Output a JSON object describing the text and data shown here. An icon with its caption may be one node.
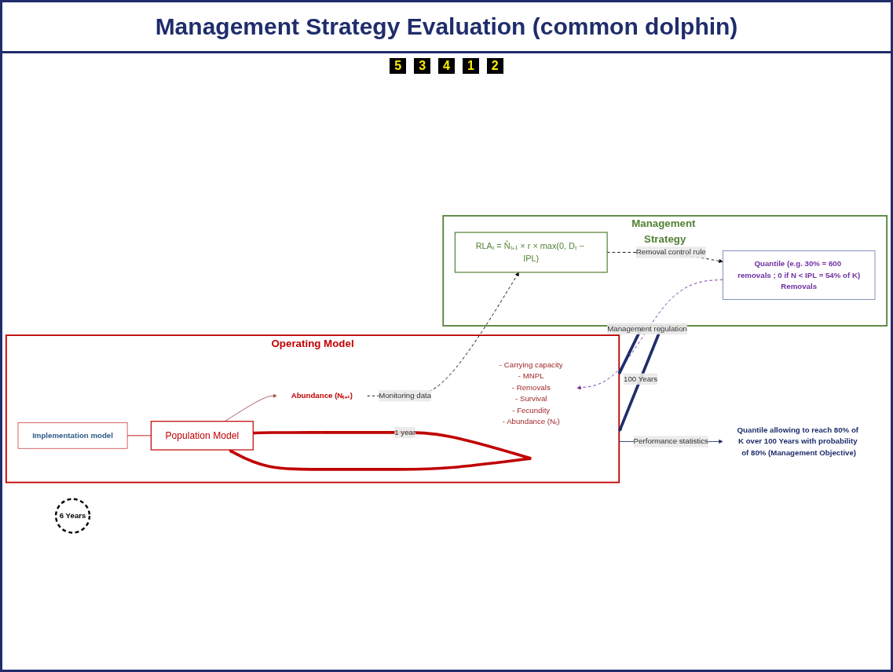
{
  "diagram": {
    "title": "Management Strategy Evaluation (common dolphin)",
    "nodes": [
      {
        "text": [
          "Operating Model"
        ]
      },
      {
        "text": [
          "Management Strategy"
        ]
      },
      {
        "text": [
          "- Carrying capacity",
          "- MNPL",
          "- Removals",
          "- Survival",
          "- Fecundity",
          "- Abundance (Nₜ)"
        ],
        "in": 0
      },
      {
        "text": [
          "Implementation model"
        ],
        "in": 0
      },
      {
        "text": [
          "Population Model"
        ],
        "in": 0
      },
      {
        "text": [
          "Abundance (Nₜ₊₁)"
        ],
        "in": 0
      },
      {
        "text": [
          "Quantile (e.g. 30% = 600 removals ; 0 if N < IPL = 54% of K)",
          "Removals"
        ],
        "in": 1
      },
      {
        "text": [
          "RLAₜ = N̂ₜ₊₁ × r × max(0, Dₜ − IPL)"
        ],
        "in": 1
      },
      {
        "text": [
          "6 Years"
        ]
      },
      {
        "text": [
          "Quantile allowing to reach 80% of K over 100 Years with probability of 80% (Management Objective)"
        ]
      }
    ],
    "edges": [
      {
        "from": 3,
        "to": 4,
        "arrow": "none",
        "color": "#c00000"
      },
      {
        "from": 4,
        "to": 4,
        "arrow": "to",
        "label": "1 year",
        "style": "thick",
        "color": "#c00000"
      },
      {
        "from": 4,
        "to": 5,
        "arrow": "to",
        "color": "#a05050"
      },
      {
        "from": 5,
        "to": 7,
        "arrow": "to",
        "label": "Monitoring data",
        "style": "dashed",
        "color": "#000000"
      },
      {
        "from": 7,
        "to": 6,
        "arrow": "to",
        "label": "Removal control rule",
        "style": "dashed",
        "color": "#000000"
      },
      {
        "from": 6,
        "to": 2,
        "arrow": "to",
        "label": "Management regulation",
        "style": "dashed",
        "color": "#7030a0"
      },
      {
        "from": 1,
        "to": 0,
        "arrow": "to",
        "label": "100 Years",
        "style": "thick",
        "color": "#1f2d6b"
      },
      {
        "from": 0,
        "to": 1,
        "arrow": "to",
        "style": "thick",
        "color": "#1f2d6b"
      },
      {
        "from": 0,
        "to": 9,
        "arrow": "to",
        "label": "Performance statistics",
        "color": "#1f2d6b"
      }
    ],
    "labels": [
      "5",
      "3",
      "4",
      "1",
      "2"
    ]
  }
}
